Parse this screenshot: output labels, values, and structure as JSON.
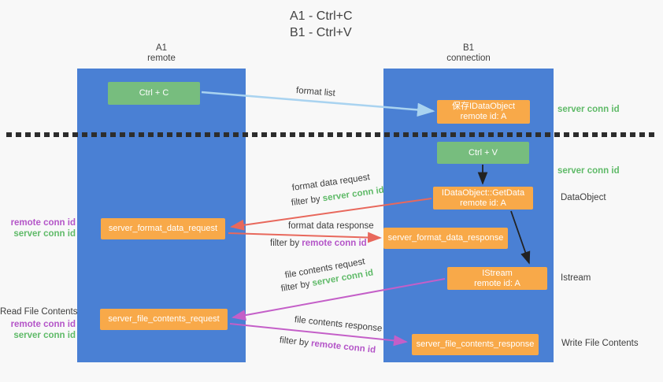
{
  "title": {
    "line1": "A1 - Ctrl+C",
    "line2": "B1 - Ctrl+V"
  },
  "lanes": {
    "left": {
      "name": "A1",
      "subtitle": "remote"
    },
    "right": {
      "name": "B1",
      "subtitle": "connection"
    }
  },
  "nodes": {
    "ctrl_c": {
      "label": "Ctrl + C"
    },
    "save_dataobject": {
      "line1": "保存IDataObject",
      "line2": "remote id: A"
    },
    "ctrl_v": {
      "label": "Ctrl + V"
    },
    "getdata": {
      "line1": "IDataObject::GetData",
      "line2": "remote id: A"
    },
    "format_request": {
      "label": "server_format_data_request"
    },
    "format_response": {
      "label": "server_format_data_response"
    },
    "istream": {
      "line1": "IStream",
      "line2": "remote id: A"
    },
    "file_request": {
      "label": "server_file_contents_request"
    },
    "file_response": {
      "label": "server_file_contents_response"
    }
  },
  "arrow_labels": {
    "format_list": "format list",
    "format_data_request": "format data request",
    "format_data_response": "format data response",
    "file_contents_request": "file contents request",
    "file_contents_response": "file contents response",
    "filter_by": "filter by ",
    "server_conn_id": "server conn id",
    "remote_conn_id": "remote conn id"
  },
  "side_labels": {
    "server_conn_id_top": "server conn id",
    "server_conn_id_mid": "server conn id",
    "dataobject": "DataObject",
    "istream": "Istream",
    "write_file_contents": "Write File Contents",
    "remote_conn_id_left1": "remote conn id",
    "server_conn_id_left1": "server conn id",
    "read_file_contents": "Read File Contents",
    "remote_conn_id_left2": "remote conn id",
    "server_conn_id_left2": "server conn id"
  },
  "colors": {
    "lane_blue": "#4a80d4",
    "node_green": "#77bd7e",
    "node_orange": "#f8a949",
    "conn_green": "#5fba68",
    "conn_purple": "#b455c8",
    "arrow_red": "#e8685c",
    "arrow_magenta": "#c45fc8",
    "arrow_blue": "#a9d3f0",
    "arrow_black": "#222222"
  }
}
